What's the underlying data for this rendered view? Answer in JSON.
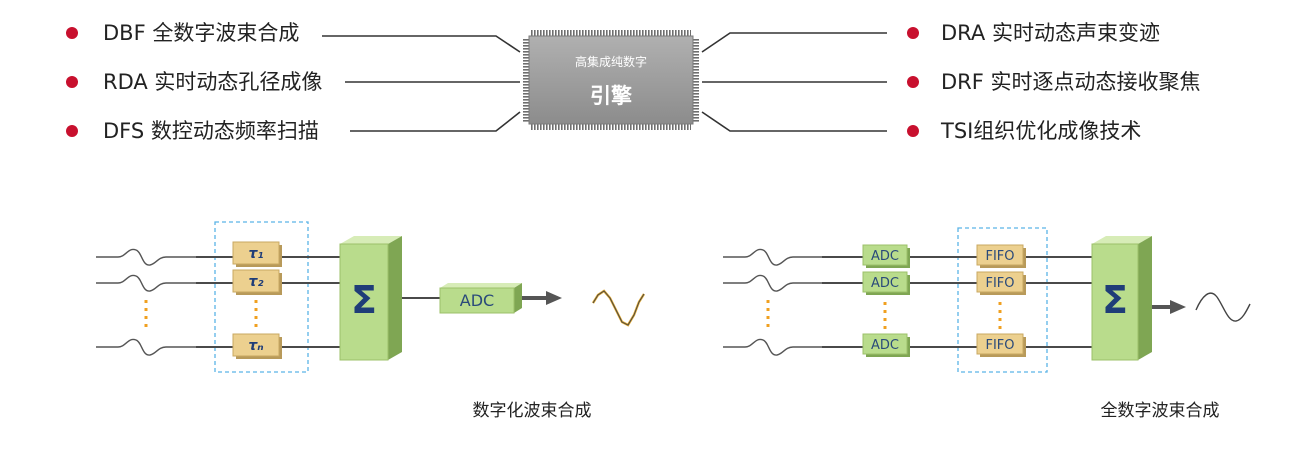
{
  "top": {
    "chip": {
      "subtitle": "高集成纯数字",
      "title": "引擎"
    },
    "left_features": [
      {
        "label": "DBF 全数字波束合成"
      },
      {
        "label": "RDA 实时动态孔径成像"
      },
      {
        "label": "DFS 数控动态频率扫描"
      }
    ],
    "right_features": [
      {
        "label": "DRA 实时动态声束变迹"
      },
      {
        "label": "DRF 实时逐点动态接收聚焦"
      },
      {
        "label": "TSI组织优化成像技术"
      }
    ],
    "bullet_color": "#c8102e"
  },
  "left_diagram": {
    "caption": "数字化波束合成",
    "delays": [
      {
        "label": "τ₁"
      },
      {
        "label": "τ₂"
      },
      {
        "label": "τₙ"
      }
    ],
    "sum_symbol": "Σ",
    "adc_label": "ADC"
  },
  "right_diagram": {
    "caption": "全数字波束合成",
    "adc_labels": [
      "ADC",
      "ADC",
      "ADC"
    ],
    "fifo_labels": [
      "FIFO",
      "FIFO",
      "FIFO"
    ],
    "sum_symbol": "Σ"
  },
  "colors": {
    "chip_gray": "#9a9a9a",
    "green_box": "#b9dc8c",
    "tan_box": "#ecd08f",
    "dashed_blue": "#5bb3e6",
    "dots_orange": "#f0a020",
    "line_gray": "#4a4a4a"
  }
}
